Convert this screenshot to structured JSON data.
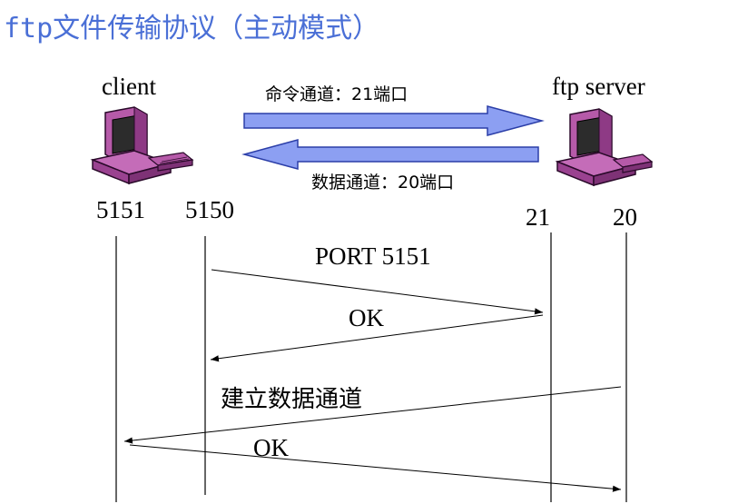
{
  "title": "ftp文件传输协议（主动模式）",
  "hosts": {
    "client_label": "client",
    "server_label": "ftp server"
  },
  "channels": {
    "command": "命令通道：21端口",
    "data": "数据通道：20端口"
  },
  "ports": {
    "client_data": "5151",
    "client_cmd": "5150",
    "server_cmd": "21",
    "server_data": "20"
  },
  "messages": [
    {
      "text": "PORT 5151",
      "from": "5150",
      "to": "21"
    },
    {
      "text": "OK",
      "from": "21",
      "to": "5150"
    },
    {
      "text": "建立数据通道",
      "from": "20",
      "to": "5151"
    },
    {
      "text": "OK",
      "from": "5151",
      "to": "20"
    }
  ],
  "colors": {
    "title": "#4a6fd6",
    "arrow_fill": "#8c9ff2",
    "arrow_stroke": "#2b3ea8",
    "computer": "#a9489e"
  }
}
